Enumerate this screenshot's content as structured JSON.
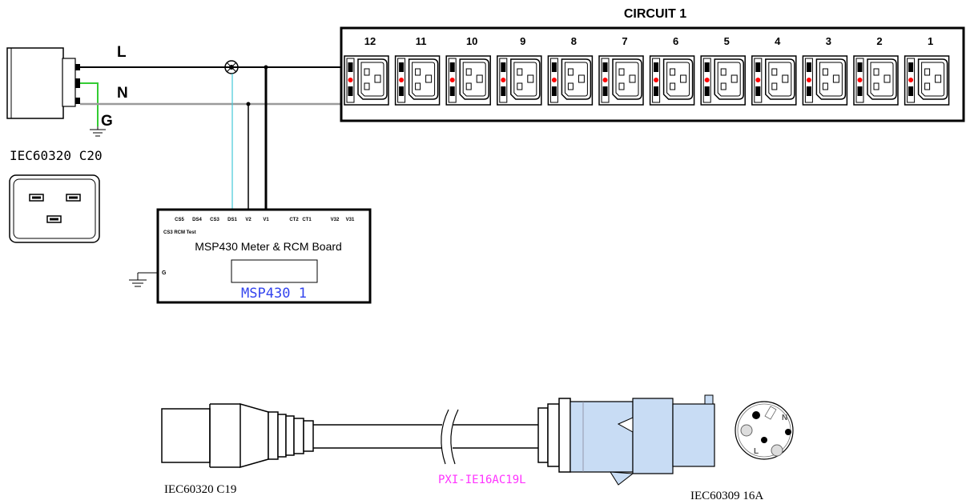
{
  "circuit": {
    "title": "CIRCUIT 1",
    "outlets": [
      "12",
      "11",
      "10",
      "9",
      "8",
      "7",
      "6",
      "5",
      "4",
      "3",
      "2",
      "1"
    ]
  },
  "wires": {
    "line": "L",
    "neutral": "N",
    "ground": "G"
  },
  "inlet": {
    "label": "IEC60320 C20"
  },
  "board": {
    "pins": [
      "CS5",
      "DS4",
      "CS3",
      "DS1",
      "V2",
      "V1",
      "CT2",
      "CT1",
      "V32",
      "V31"
    ],
    "test_label": "CS3 RCM Test",
    "title": "MSP430 Meter & RCM Board",
    "chip_label": "MSP430 1",
    "ground_pin": "G"
  },
  "cable": {
    "c19_label": "IEC60320 C19",
    "part_number": "PXI-IE16AC19L",
    "plug_label": "IEC60309 16A",
    "plug_pin_labels": [
      "N",
      "L"
    ]
  },
  "colors": {
    "line_wire": "#000000",
    "neutral_wire": "#9a9a9a",
    "ground_wire": "#33cc33",
    "sense_wire": "#44c8d8",
    "plug_body": "#c8dcf4",
    "part_number": "#ff33ff",
    "chip_label": "#3344ee",
    "outlet_marker": "#ff0000"
  }
}
